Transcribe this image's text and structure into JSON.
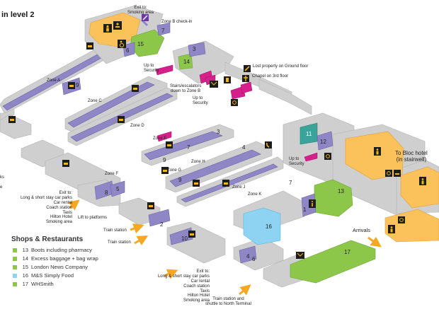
{
  "title": "in level 2",
  "colors": {
    "concourse": "#cfcfcf",
    "concourse_dark": "#b4b4b4",
    "platform": "#8f86c5",
    "platform_dark": "#6c62a8",
    "zone_orange": "#fbc15a",
    "shop_green": "#8cc74a",
    "shop_blue": "#8fd3f2",
    "shop_teal": "#3aa39a",
    "magenta": "#d61f8b",
    "arrow": "#f7a823",
    "icon_bg": "#1d1d1d",
    "icon_fg": "#f2b51c"
  },
  "zones": [
    "Zone A",
    "Zone B check-in",
    "Zone C",
    "Zone D",
    "Zone E",
    "Zone F",
    "Zone G",
    "Zone H",
    "Zone J",
    "Zone K"
  ],
  "platforms": [
    "1",
    "2",
    "3",
    "3",
    "4",
    "4",
    "5",
    "6",
    "6",
    "7",
    "7",
    "7",
    "8",
    "9",
    "9",
    "9",
    "10",
    "11",
    "12"
  ],
  "labels": {
    "exit_smoking": "Exit to:\nSmoking area",
    "up_security_1": "Up to\nSecurity",
    "up_security_2": "Up to\nSecurity",
    "up_security_3": "Up to\nSecurity",
    "stairs_zone_b": "Stairs/escalators\ndown to Zone B",
    "lost_property": "Lost property on Ground floor",
    "chapel": "Chapel on 3rd floor",
    "bloc_hotel": "To Bloc hotel\n(in stairwell)",
    "exit_west": "Exit to:\nLong & short stay car parks\nCar rental\nCoach station\nTaxis\nHilton Hotel\nSmoking area",
    "lift_platforms": "Lift to platforms",
    "train_station_1": "Train station",
    "train_station_2": "Train station",
    "arrivals": "Arrivals",
    "exit_south": "Exit to:\nLong & short stay car parks\nCar rental\nCoach station\nTaxis\nHilton Hotel\nSmoking area",
    "train_shuttle": "Train station and\nshuttle to North Terminal",
    "cut_off": "ks\n\ne"
  },
  "shops_title": "Shops & Restaurants",
  "shops": [
    {
      "number": "13",
      "name": "Boots including pharmacy",
      "color": "#8cc74a"
    },
    {
      "number": "14",
      "name": "Excess baggage + bag wrap",
      "color": "#8cc74a"
    },
    {
      "number": "15",
      "name": "London News Company",
      "color": "#8cc74a"
    },
    {
      "number": "16",
      "name": "M&S Simply Food",
      "color": "#8fd3f2"
    },
    {
      "number": "17",
      "name": "WHSmith",
      "color": "#8cc74a"
    }
  ],
  "icons": [
    "toilets-icon",
    "accessible-toilet-icon",
    "baby-change-icon",
    "lift-icon",
    "lost-property-icon",
    "chapel-icon",
    "info-icon",
    "phone-icon",
    "post-icon",
    "smoking-icon"
  ]
}
